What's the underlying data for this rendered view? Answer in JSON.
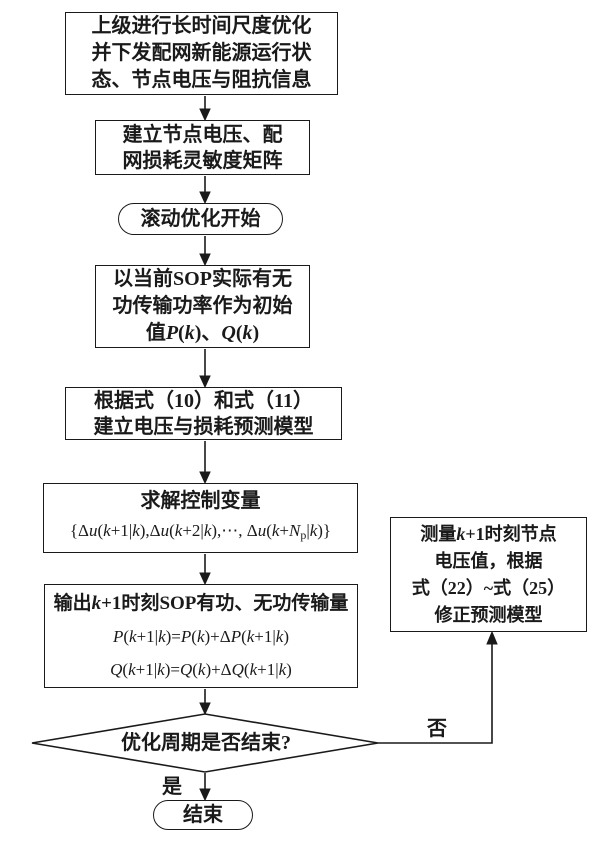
{
  "flowchart": {
    "background": "#ffffff",
    "stroke_color": "#1a1a1a",
    "text_color": "#1a1a1a",
    "branch_labels": {
      "yes": "是",
      "no": "否"
    },
    "nodes": [
      {
        "id": "upper-level-dispatch",
        "shape": "rect",
        "lines": [
          {
            "m": 0,
            "s": [
              [
                "上级进行长时间尺度优化",
                "c"
              ]
            ]
          },
          {
            "m": 0,
            "s": [
              [
                "并下发配网新能源运行状",
                "c"
              ]
            ]
          },
          {
            "m": 0,
            "s": [
              [
                "态、节点电压与阻抗信息",
                "c"
              ]
            ]
          }
        ]
      },
      {
        "id": "build-sensitivity-matrix",
        "shape": "rect",
        "lines": [
          {
            "m": 0,
            "s": [
              [
                "建立节点电压、配",
                "c"
              ]
            ]
          },
          {
            "m": 0,
            "s": [
              [
                "网损耗灵敏度矩阵",
                "c"
              ]
            ]
          }
        ]
      },
      {
        "id": "rolling-optimization-start",
        "shape": "stadium",
        "lines": [
          {
            "m": 0,
            "s": [
              [
                "滚动优化开始",
                "c"
              ]
            ]
          }
        ]
      },
      {
        "id": "init-values",
        "shape": "rect",
        "lines": [
          {
            "m": 0,
            "s": [
              [
                "以当前",
                "c"
              ],
              [
                "SOP",
                "r"
              ],
              [
                "实际有无",
                "c"
              ]
            ]
          },
          {
            "m": 0,
            "s": [
              [
                "功传输功率作为初始",
                "c"
              ]
            ]
          },
          {
            "m": 0,
            "s": [
              [
                "值",
                "c"
              ],
              [
                "P",
                "v"
              ],
              [
                "(",
                "r"
              ],
              [
                "k",
                "v"
              ],
              [
                ")",
                "r"
              ],
              [
                "、",
                "c"
              ],
              [
                "Q",
                "v"
              ],
              [
                "(",
                "r"
              ],
              [
                "k",
                "v"
              ],
              [
                ")",
                "r"
              ]
            ]
          }
        ]
      },
      {
        "id": "build-prediction-model",
        "shape": "rect",
        "lines": [
          {
            "m": 0,
            "s": [
              [
                "根据式（10）和式（11）",
                "c"
              ]
            ]
          },
          {
            "m": 0,
            "s": [
              [
                "建立电压与损耗预测模型",
                "c"
              ]
            ]
          }
        ]
      },
      {
        "id": "solve-control-variables",
        "shape": "rect",
        "lines": [
          {
            "m": 0,
            "s": [
              [
                "求解控制变量",
                "c"
              ]
            ]
          },
          {
            "m": 1,
            "s": [
              [
                "{Δ",
                "r"
              ],
              [
                "u",
                "v"
              ],
              [
                "(",
                "r"
              ],
              [
                "k",
                "v"
              ],
              [
                "+1|",
                "r"
              ],
              [
                "k",
                "v"
              ],
              [
                "),Δ",
                "r"
              ],
              [
                "u",
                "v"
              ],
              [
                "(",
                "r"
              ],
              [
                "k",
                "v"
              ],
              [
                "+2|",
                "r"
              ],
              [
                "k",
                "v"
              ],
              [
                "),⋯, Δ",
                "r"
              ],
              [
                "u",
                "v"
              ],
              [
                "(",
                "r"
              ],
              [
                "k",
                "v"
              ],
              [
                "+",
                "r"
              ],
              [
                "N",
                "v"
              ],
              [
                "p",
                "p"
              ],
              [
                "|",
                "r"
              ],
              [
                "k",
                "v"
              ],
              [
                ")}",
                "r"
              ]
            ]
          }
        ]
      },
      {
        "id": "output-sop-power",
        "shape": "rect",
        "lines": [
          {
            "m": 0,
            "s": [
              [
                "输出",
                "c"
              ],
              [
                "k",
                "v"
              ],
              [
                "+1",
                "r"
              ],
              [
                "时刻",
                "c"
              ],
              [
                "SOP",
                "r"
              ],
              [
                "有功、无功传输量",
                "c"
              ]
            ]
          },
          {
            "m": 1,
            "s": [
              [
                "P",
                "v"
              ],
              [
                "(",
                "r"
              ],
              [
                "k",
                "v"
              ],
              [
                "+1|",
                "r"
              ],
              [
                "k",
                "v"
              ],
              [
                ")=",
                "r"
              ],
              [
                "P",
                "v"
              ],
              [
                "(",
                "r"
              ],
              [
                "k",
                "v"
              ],
              [
                ")+Δ",
                "r"
              ],
              [
                "P",
                "v"
              ],
              [
                "(",
                "r"
              ],
              [
                "k",
                "v"
              ],
              [
                "+1|",
                "r"
              ],
              [
                "k",
                "v"
              ],
              [
                ")",
                "r"
              ]
            ]
          },
          {
            "m": 1,
            "s": [
              [
                "Q",
                "v"
              ],
              [
                "(",
                "r"
              ],
              [
                "k",
                "v"
              ],
              [
                "+1|",
                "r"
              ],
              [
                "k",
                "v"
              ],
              [
                ")=",
                "r"
              ],
              [
                "Q",
                "v"
              ],
              [
                "(",
                "r"
              ],
              [
                "k",
                "v"
              ],
              [
                ")+Δ",
                "r"
              ],
              [
                "Q",
                "v"
              ],
              [
                "(",
                "r"
              ],
              [
                "k",
                "v"
              ],
              [
                "+1|",
                "r"
              ],
              [
                "k",
                "v"
              ],
              [
                ")",
                "r"
              ]
            ]
          }
        ]
      },
      {
        "id": "optimization-period-end",
        "shape": "diamond",
        "lines": [
          {
            "m": 0,
            "s": [
              [
                "优化周期是否结束?",
                "c"
              ]
            ]
          }
        ]
      },
      {
        "id": "end",
        "shape": "stadium",
        "lines": [
          {
            "m": 0,
            "s": [
              [
                "结束",
                "c"
              ]
            ]
          }
        ]
      },
      {
        "id": "measure-correct-model",
        "shape": "rect",
        "lines": [
          {
            "m": 0,
            "s": [
              [
                "测量",
                "c"
              ],
              [
                "k",
                "v"
              ],
              [
                "+1",
                "r"
              ],
              [
                "时刻节点",
                "c"
              ]
            ]
          },
          {
            "m": 0,
            "s": [
              [
                "电压值，根据",
                "c"
              ]
            ]
          },
          {
            "m": 0,
            "s": [
              [
                "式（22）~式（25）",
                "c"
              ]
            ]
          },
          {
            "m": 0,
            "s": [
              [
                "修正预测模型",
                "c"
              ]
            ]
          }
        ]
      }
    ]
  }
}
